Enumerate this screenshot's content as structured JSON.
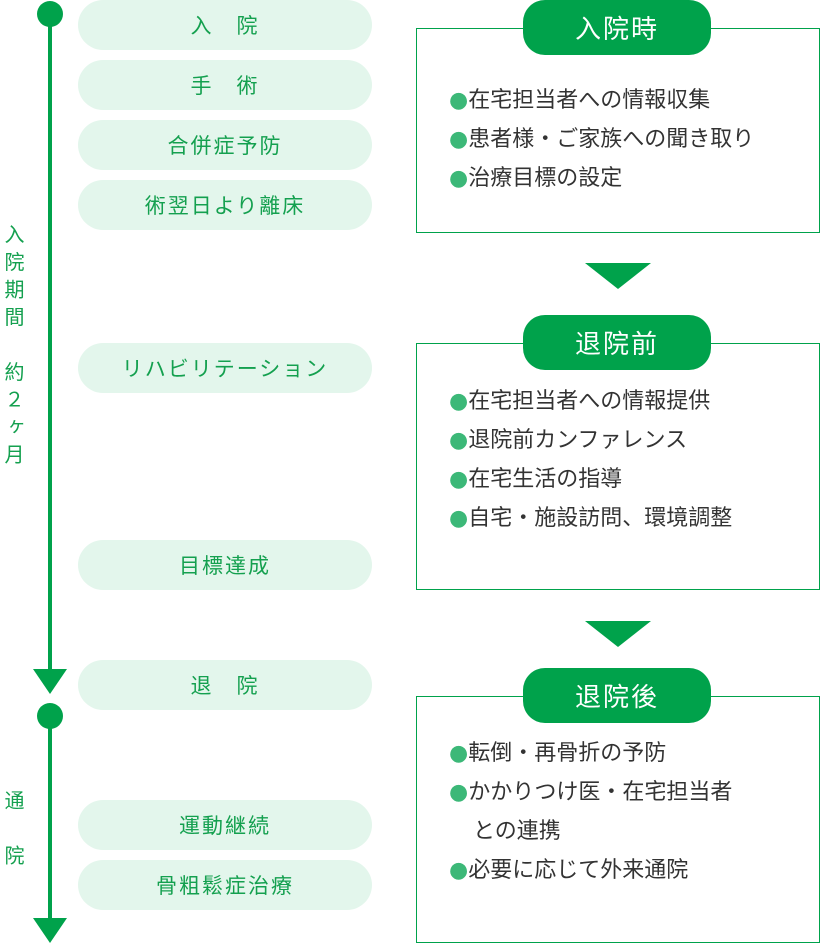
{
  "timeline": {
    "hospital_period_label": "入院期間　約２ヶ月",
    "outpatient_label": "通　院",
    "steps": [
      "入　院",
      "手　術",
      "合併症予防",
      "術翌日より離床",
      "リハビリテーション",
      "目標達成",
      "退　院",
      "運動継続",
      "骨粗鬆症治療"
    ]
  },
  "phases": [
    {
      "title": "入院時",
      "items": [
        "在宅担当者への情報収集",
        "患者様・ご家族への聞き取り",
        "治療目標の設定"
      ]
    },
    {
      "title": "退院前",
      "items": [
        "在宅担当者への情報提供",
        "退院前カンファレンス",
        "在宅生活の指導",
        "自宅・施設訪問、環境調整"
      ]
    },
    {
      "title": "退院後",
      "items": [
        "転倒・再骨折の予防",
        "かかりつけ医・在宅担当者",
        "との連携",
        "必要に応じて外来通院"
      ]
    }
  ],
  "bullet": "●",
  "colors": {
    "green": "#00a24b",
    "pill_bg": "#e3f6ec",
    "bullet": "#3cb878",
    "text": "#333333"
  }
}
